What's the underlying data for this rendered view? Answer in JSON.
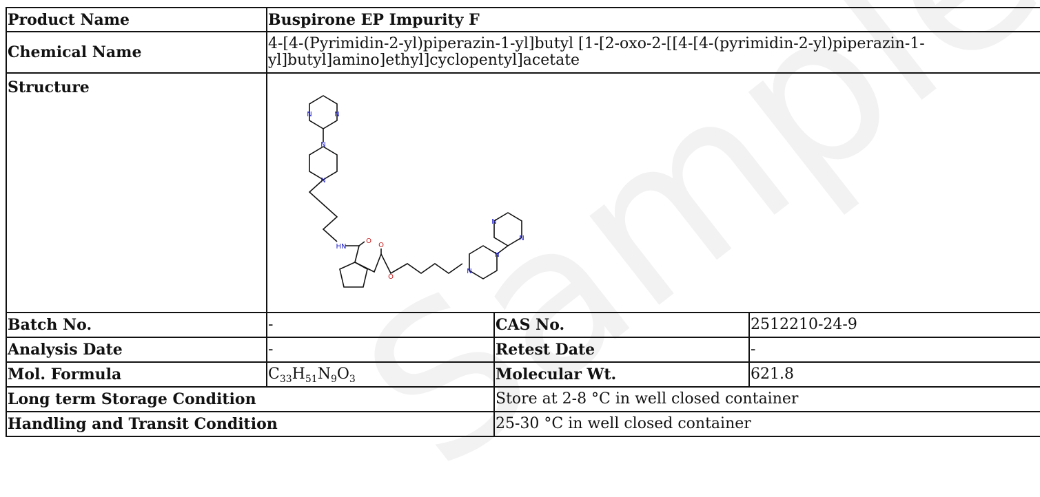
{
  "product_name": {
    "label": "Product Name",
    "value": "Buspirone EP Impurity F"
  },
  "chemical_name": {
    "label": "Chemical Name",
    "value": "4-[4-(Pyrimidin-2-yl)piperazin-1-yl]butyl [1-[2-oxo-2-[[4-[4-(pyrimidin-2-yl)piperazin-1-yl]butyl]amino]ethyl]cyclopentyl]acetate"
  },
  "structure": {
    "label": "Structure",
    "atoms": {
      "n": "N",
      "o": "O",
      "nh": "HN"
    }
  },
  "batch_no": {
    "label": "Batch No.",
    "value": "-"
  },
  "cas_no": {
    "label": "CAS No.",
    "value": "2512210-24-9"
  },
  "analysis_date": {
    "label": "Analysis Date",
    "value": "-"
  },
  "retest_date": {
    "label": "Retest Date",
    "value": "-"
  },
  "mol_formula": {
    "label": "Mol. Formula",
    "parts": [
      "C",
      "33",
      "H",
      "51",
      "N",
      "9",
      "O",
      "3"
    ]
  },
  "molecular_wt": {
    "label": "Molecular Wt.",
    "value": "621.8"
  },
  "long_term_storage": {
    "label": "Long term Storage Condition",
    "value": "Store at 2-8 °C in well closed container"
  },
  "handling_transit": {
    "label": "Handling and Transit Condition",
    "value": "25-30 °C in well closed container"
  },
  "watermark": {
    "text": "Sample COA",
    "color": "#f2f2f2"
  }
}
